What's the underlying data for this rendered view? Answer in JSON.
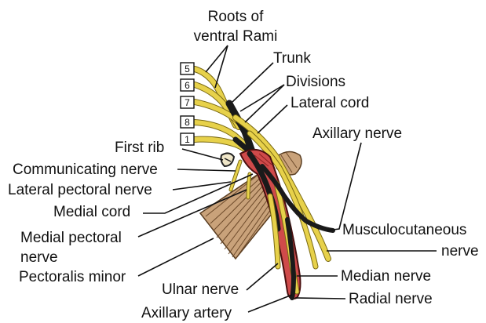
{
  "labels": {
    "roots_line1": "Roots of",
    "roots_line2": "ventral Rami",
    "trunk": "Trunk",
    "divisions": "Divisions",
    "lateral_cord": "Lateral cord",
    "axillary_nerve": "Axillary nerve",
    "first_rib": "First rib",
    "communicating_nerve": "Communicating nerve",
    "lateral_pectoral_nerve": "Lateral pectoral nerve",
    "medial_cord": "Medial cord",
    "medial_pectoral_line1": "Medial pectoral",
    "medial_pectoral_line2": "nerve",
    "pectoralis_minor": "Pectoralis minor",
    "musculocutaneous_line1": "Musculocutaneous",
    "musculocutaneous_line2": "nerve",
    "ulnar_nerve": "Ulnar nerve",
    "median_nerve": "Median nerve",
    "radial_nerve": "Radial nerve",
    "axillary_artery": "Axillary artery"
  },
  "root_boxes": [
    "5",
    "6",
    "7",
    "8",
    "1"
  ],
  "colors": {
    "nerve": "#e7d14a",
    "artery": "#cf4a4a",
    "muscle": "#c9a27a",
    "text": "#111111"
  }
}
